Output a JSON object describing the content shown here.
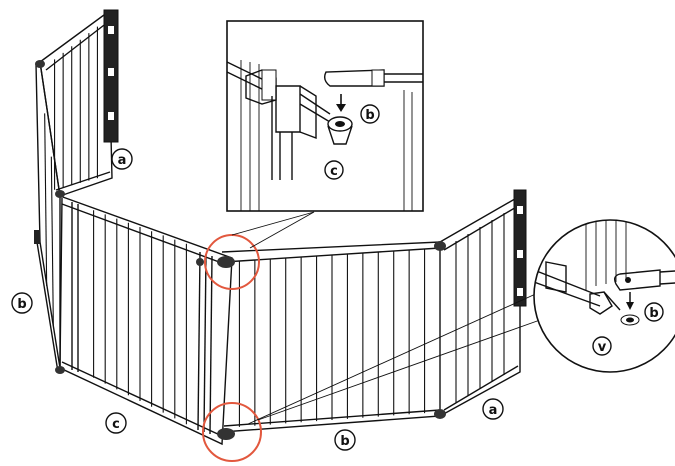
{
  "labels": {
    "left_a": "a",
    "left_b": "b",
    "bottom_c": "c",
    "bottom_b": "b",
    "right_a": "a",
    "inset_top_b": "b",
    "inset_top_c": "c",
    "inset_right_b": "b",
    "inset_right_v": "v"
  },
  "colors": {
    "highlight": "#e2583e",
    "line": "#111111",
    "panel_fill": "#ffffff",
    "mount_fill": "#222222"
  }
}
